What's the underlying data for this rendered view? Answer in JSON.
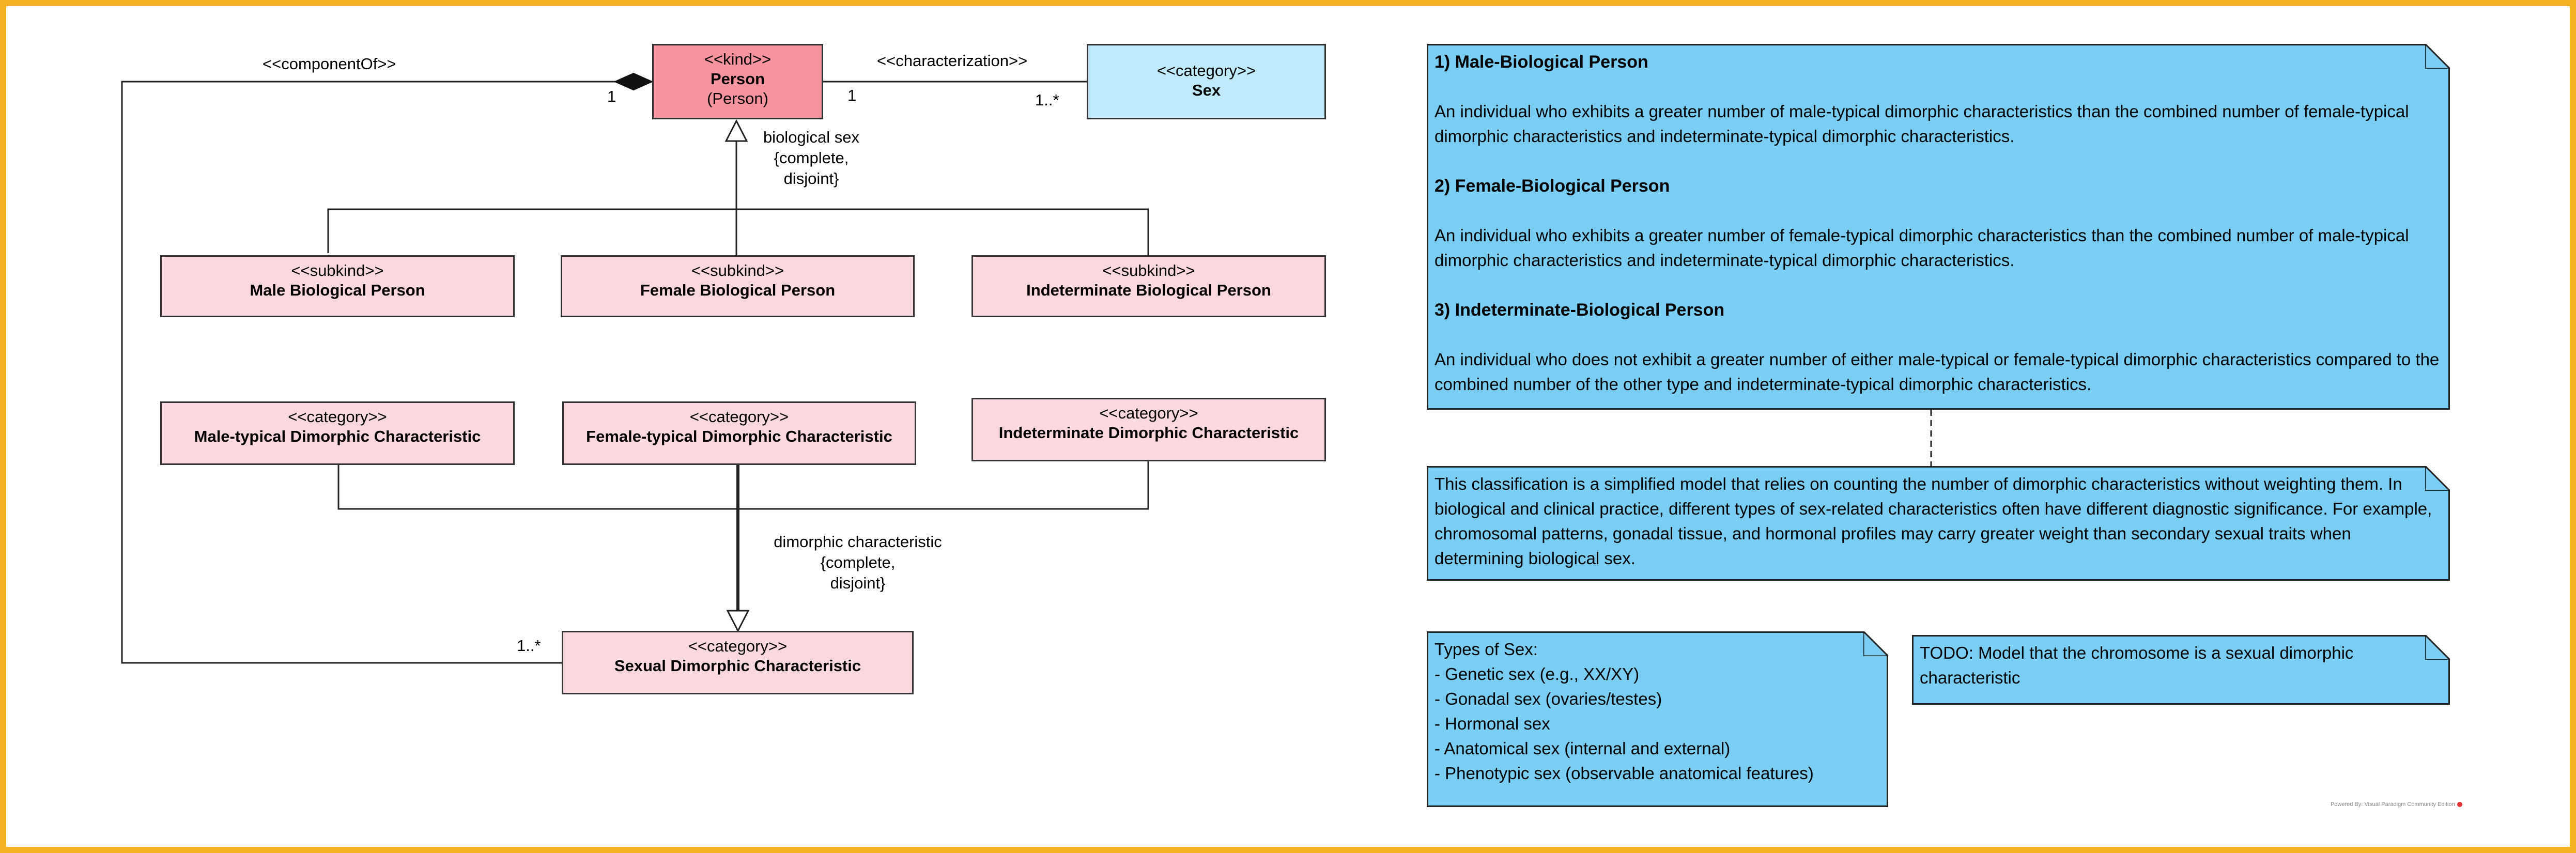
{
  "classes": {
    "person": {
      "stereotype": "<<kind>>",
      "name": "Person",
      "sub": "(Person)"
    },
    "sex": {
      "stereotype": "<<category>>",
      "name": "Sex"
    },
    "male_bio": {
      "stereotype": "<<subkind>>",
      "name": "Male Biological Person"
    },
    "female_bio": {
      "stereotype": "<<subkind>>",
      "name": "Female Biological Person"
    },
    "indet_bio": {
      "stereotype": "<<subkind>>",
      "name": "Indeterminate Biological Person"
    },
    "male_dim": {
      "stereotype": "<<category>>",
      "name": "Male-typical Dimorphic Characteristic"
    },
    "female_dim": {
      "stereotype": "<<category>>",
      "name": "Female-typical Dimorphic Characteristic"
    },
    "indet_dim": {
      "stereotype": "<<category>>",
      "name": "Indeterminate Dimorphic Characteristic"
    },
    "sexual_dim": {
      "stereotype": "<<category>>",
      "name": "Sexual Dimorphic Characteristic"
    }
  },
  "labels": {
    "component_of": "<<componentOf>>",
    "component_mult_person": "1",
    "component_mult_char": "1..*",
    "characterization": "<<characterization>>",
    "char_mult_person": "1",
    "char_mult_sex": "1..*",
    "gen_set_1_name": "biological sex",
    "gen_set_1_line1": "{complete,",
    "gen_set_1_line2": "disjoint}",
    "gen_set_2_name": "dimorphic characteristic",
    "gen_set_2_line1": "{complete,",
    "gen_set_2_line2": "disjoint}"
  },
  "notes": {
    "definitions": {
      "h1": "1) Male-Biological Person",
      "p1": "An individual who exhibits a greater number of male-typical dimorphic characteristics than the combined number of female-typical dimorphic characteristics and indeterminate-typical dimorphic characteristics.",
      "h2": "2) Female-Biological Person",
      "p2": "An individual who exhibits a greater number of female-typical dimorphic characteristics than the combined number of male-typical dimorphic characteristics and indeterminate-typical dimorphic characteristics.",
      "h3": "3) Indeterminate-Biological Person",
      "p3": "An individual who does not exhibit a greater number of either male-typical or female-typical dimorphic characteristics compared to the combined number of the other type and indeterminate-typical dimorphic characteristics."
    },
    "classification": "This classification is a simplified model that relies on counting the number of dimorphic characteristics without weighting them. In biological and clinical practice, different types of sex-related characteristics often have different diagnostic significance. For example, chromosomal patterns, gonadal tissue, and hormonal profiles may carry greater weight than secondary sexual traits when determining biological sex.",
    "types": {
      "title": "Types of Sex:",
      "items": [
        "- Genetic sex (e.g., XX/XY)",
        "- Gonadal sex (ovaries/testes)",
        "- Hormonal sex",
        "- Anatomical sex (internal and external)",
        "- Phenotypic sex (observable anatomical features)"
      ]
    },
    "todo": "TODO: Model that the chromosome is a sexual dimorphic characteristic"
  },
  "footer": {
    "powered_by": "Powered By: Visual Paradigm Community Edition"
  },
  "colors": {
    "frame": "#F4B223",
    "kind_fill": "#F5949E",
    "subkind_fill": "#FBD8DD",
    "sex_fill": "#BFEAFC",
    "note_fill": "#7ACDF3"
  }
}
